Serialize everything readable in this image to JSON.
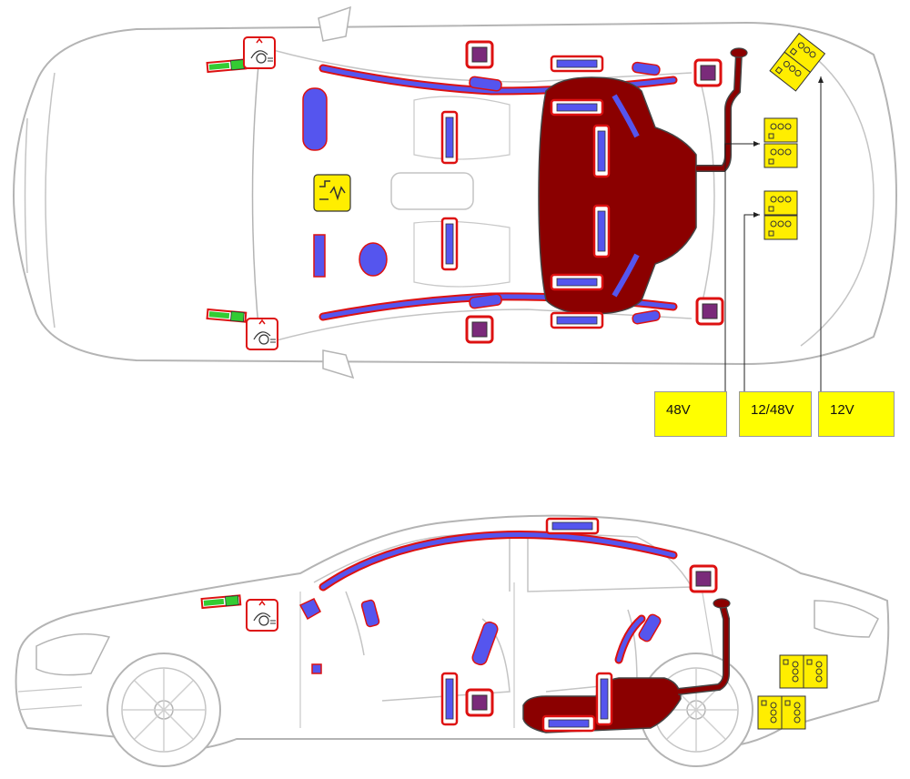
{
  "voltage_labels": {
    "v48": "48V",
    "v12_48": "12/48V",
    "v12": "12V"
  },
  "colors": {
    "car_outline": "#b4b4b4",
    "high_voltage_tank": "#8b0000",
    "airbag_blue": "#5555ee",
    "highlight_red": "#dd1111",
    "module_purple": "#7a2a7a",
    "battery_yellow": "#ffee00",
    "actuator_green": "#33cc33",
    "label_yellow": "#ffff00"
  },
  "icons": [
    "airbag-unit-icon",
    "seat-belt-tensioner-icon",
    "control-module-icon",
    "fuel-tank-icon",
    "battery-icon",
    "hood-actuator-icon",
    "pedestrian-protection-icon",
    "hv-disconnect-icon"
  ]
}
